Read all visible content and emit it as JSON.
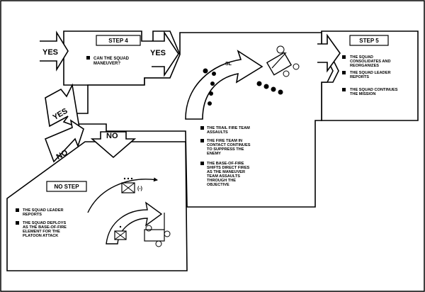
{
  "step4": {
    "title": "STEP 4",
    "bullet": [
      "CAN THE SQUAD",
      "MANEUVER?"
    ]
  },
  "step5": {
    "title": "STEP 5",
    "bullets": [
      [
        "THE SQUAD",
        "CONSOLIDATES AND",
        "REORGANIZES"
      ],
      [
        "THE SQUAD LEADER",
        "REPORTS"
      ],
      [
        "THE SQUAD CONTINUES",
        "THE MISSION"
      ]
    ]
  },
  "no_step": {
    "title": "NO STEP",
    "bullets": [
      [
        "THE SQUAD LEADER",
        "REPORTS"
      ],
      [
        "THE SQUAD DEPLOYS",
        "AS THE BASE-OF-FIRE",
        "ELEMENT FOR THE",
        "PLATOON ATTACK"
      ]
    ]
  },
  "assault": {
    "bullets": [
      [
        "THE TRAIL FIRE TEAM",
        "ASSAULTS"
      ],
      [
        "THE FIRE TEAM IN",
        "CONTACT CONTINUES",
        "TO SUPPRESS THE",
        "ENEMY"
      ],
      [
        "THE BASE-OF-FIRE",
        "SHIFTS DIRECT FIRES",
        "AS THE MANEUVER",
        "TEAM ASSAULTS",
        "THROUGH THE",
        "OBJECTIVE"
      ]
    ]
  },
  "arrows": {
    "yes_top": "YES",
    "yes_mid": "YES",
    "yes_left": "YES",
    "no_left": "NO",
    "no_down": "NO"
  },
  "symbols": {
    "squad_leader": "SL",
    "platoon_unit": "(-)"
  }
}
